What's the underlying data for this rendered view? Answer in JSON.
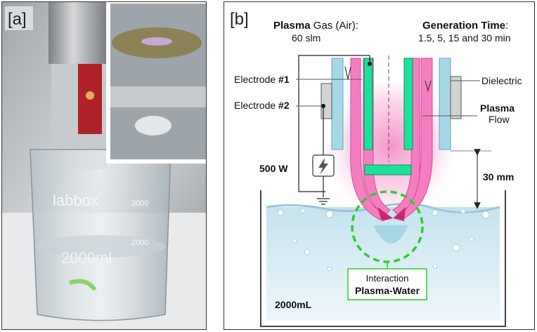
{
  "panel_a": {
    "label": "[a]",
    "beaker_brand": "labbox",
    "beaker_mark_3000": "3000",
    "beaker_mark_2000": "2000",
    "beaker_volume": "2000ml"
  },
  "panel_b": {
    "label": "[b]",
    "plasma_gas_bold": "Plasma",
    "plasma_gas_rest": " Gas (Air):",
    "plasma_gas_flow": "60 slm",
    "generation_time_bold": "Generation Time",
    "generation_time_colon": ":",
    "generation_time_values": "1.5, 5, 15 and 30 min",
    "electrode1_text": "Electrode ",
    "electrode1_num": "#1",
    "electrode2_text": "Electrode ",
    "electrode2_num": "#2",
    "dielectric": "Dielectric",
    "plasma_flow_bold": "Plasma",
    "plasma_flow_rest": "Flow",
    "power": "500 W",
    "distance": "30 mm",
    "interaction_line1": "Interaction",
    "interaction_line2": "Plasma-Water",
    "volume": "2000mL"
  },
  "colors": {
    "electrode_green": "#1de19a",
    "dielectric_blue": "#a7d8e6",
    "electrode2_gray": "#d3d3d3",
    "plasma_pink": "#f47fbe",
    "glow_pink": "#f9b6db",
    "interaction_green": "#2ecc2e",
    "water_blue": "#d9eef6"
  }
}
